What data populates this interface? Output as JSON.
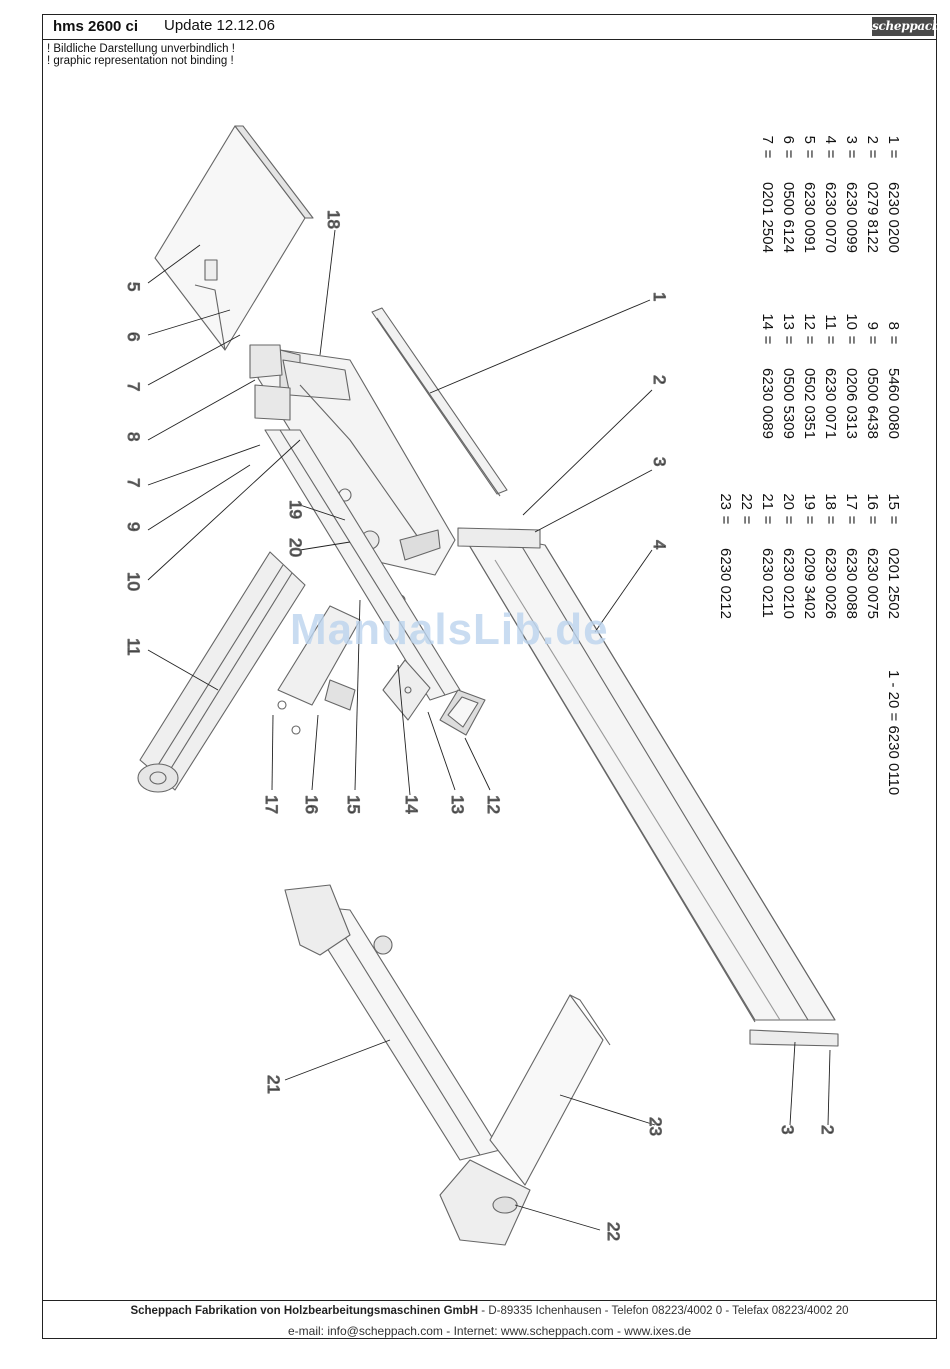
{
  "header": {
    "model": "hms 2600 ci",
    "update": "Update 12.12.06",
    "logo": "scheppach"
  },
  "disclaimer": {
    "line1": "! Bildliche Darstellung unverbindlich !",
    "line2": "! graphic representation not binding !"
  },
  "parts": {
    "col1": [
      {
        "num": "1",
        "val": "6230 0200"
      },
      {
        "num": "2",
        "val": "0279 8122"
      },
      {
        "num": "3",
        "val": "6230 0099"
      },
      {
        "num": "4",
        "val": "6230 0070"
      },
      {
        "num": "5",
        "val": "6230 0091"
      },
      {
        "num": "6",
        "val": "0500 6124"
      },
      {
        "num": "7",
        "val": "0201 2504"
      }
    ],
    "col2": [
      {
        "num": "8",
        "val": "5460 0080"
      },
      {
        "num": "9",
        "val": "0500 6438"
      },
      {
        "num": "10",
        "val": "0206 0313"
      },
      {
        "num": "11",
        "val": "6230 0071"
      },
      {
        "num": "12",
        "val": "0502 0351"
      },
      {
        "num": "13",
        "val": "0500 5309"
      },
      {
        "num": "14",
        "val": "6230 0089"
      }
    ],
    "col3": [
      {
        "num": "15",
        "val": "0201 2502"
      },
      {
        "num": "16",
        "val": "6230 0075"
      },
      {
        "num": "17",
        "val": "6230 0088"
      },
      {
        "num": "18",
        "val": "6230 0026"
      },
      {
        "num": "19",
        "val": "0209 3402"
      },
      {
        "num": "20",
        "val": "6230 0210"
      },
      {
        "num": "21",
        "val": "6230 0211"
      },
      {
        "num": "22",
        "val": ""
      },
      {
        "num": "23",
        "val": "6230 0212"
      }
    ],
    "range": "1 - 20 = 6230 0110",
    "eq": "="
  },
  "callouts": [
    "1",
    "2",
    "3",
    "4",
    "5",
    "6",
    "7",
    "8",
    "7",
    "9",
    "10",
    "11",
    "12",
    "13",
    "14",
    "15",
    "16",
    "17",
    "18",
    "19",
    "20",
    "21",
    "22",
    "23",
    "3",
    "2"
  ],
  "watermark": "ManualsLib.de",
  "footer": {
    "company": "Scheppach Fabrikation von Holzbearbeitungsmaschinen GmbH",
    "address": " - D-89335 Ichenhausen - Telefon 08223/4002 0 - Telefax 08223/4002 20",
    "contact": "e-mail: info@scheppach.com - Internet: www.scheppach.com - www.ixes.de"
  }
}
